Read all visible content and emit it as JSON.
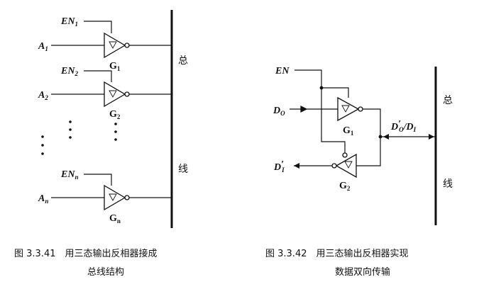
{
  "fig41": {
    "en1": {
      "base": "EN",
      "sub": "1"
    },
    "en2": {
      "base": "EN",
      "sub": "2"
    },
    "enn": {
      "base": "EN",
      "sub": "n"
    },
    "a1": {
      "base": "A",
      "sub": "1"
    },
    "a2": {
      "base": "A",
      "sub": "2"
    },
    "an": {
      "base": "A",
      "sub": "n"
    },
    "g1": {
      "base": "G",
      "sub": "1"
    },
    "g2": {
      "base": "G",
      "sub": "2"
    },
    "gn": {
      "base": "G",
      "sub": "n"
    },
    "bus_top": "总",
    "bus_bottom": "线",
    "caption_line1": "图 3.3.41　用三态输出反相器接成",
    "caption_line2": "总线结构"
  },
  "fig42": {
    "en": "EN",
    "d0": {
      "base": "D",
      "sub": "O"
    },
    "d1prime": {
      "base": "D",
      "prime": "′",
      "sub": "I"
    },
    "busio": {
      "a": "D",
      "aprime": "′",
      "asub": "O",
      "slash": "/D",
      "bsub": "I"
    },
    "g1": {
      "base": "G",
      "sub": "1"
    },
    "g2": {
      "base": "G",
      "sub": "2"
    },
    "bus_top": "总",
    "bus_bottom": "线",
    "caption_line1": "图 3.3.42　用三态输出反相器实现",
    "caption_line2": "数据双向传输"
  }
}
